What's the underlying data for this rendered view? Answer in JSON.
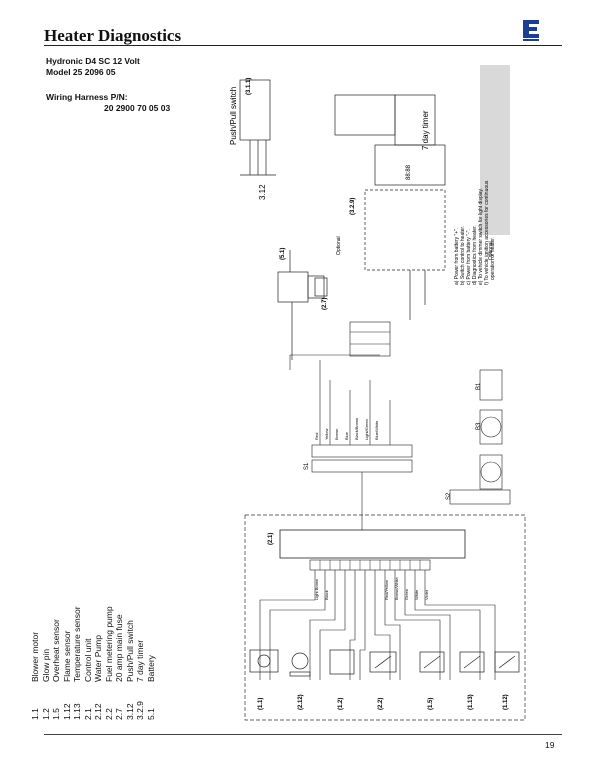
{
  "page": {
    "title": "Heater Diagnostics",
    "model_line1": "Hydronic D4 SC 12 Volt",
    "model_line2": "Model 25 2096 05",
    "harness_label": "Wiring Harness P/N:",
    "harness_number": "20 2900 70 05 03",
    "page_number": "19"
  },
  "legend": [
    {
      "code": "1.1",
      "name": "Blower motor"
    },
    {
      "code": "1.2",
      "name": "Glow pin"
    },
    {
      "code": "1.5",
      "name": "Overheat sensor"
    },
    {
      "code": "1.12",
      "name": "Flame sensor"
    },
    {
      "code": "1.13",
      "name": "Temperature sensor"
    },
    {
      "code": "2.1",
      "name": "Control unit"
    },
    {
      "code": "2.12",
      "name": "Water Pump"
    },
    {
      "code": "2.2",
      "name": "Fuel metering pump"
    },
    {
      "code": "2.7",
      "name": "20 amp main fuse"
    },
    {
      "code": "3.12",
      "name": "Push/Pull switch"
    },
    {
      "code": "3.2.9",
      "name": "7 day timer"
    },
    {
      "code": "5.1",
      "name": "Battery"
    }
  ],
  "notes": {
    "items": [
      "a) Power from battery \"+\".",
      "b) Switch control to heater.",
      "c) Power from battery \"-\".",
      "d) Diagnostics from heater.",
      "e) To vehicle dimmer switch for light display.",
      "f) To vehicle ignition accessories for continuous",
      "operation of heater."
    ],
    "optional_label": "Optional"
  },
  "diagram": {
    "switch_title": "Push/Pull switch",
    "switch_ref": "3.12",
    "timer_title": "7 day timer",
    "component_refs": [
      "1.1",
      "2.12",
      "1.2",
      "2.2",
      "1.5",
      "1.13",
      "1.12",
      "2.1",
      "5.1",
      "2.7",
      "3.2.9",
      "3.1.1"
    ],
    "connectors": [
      "S1",
      "B1",
      "B3",
      "S2"
    ],
    "wire_colors": [
      "Red",
      "Yellow",
      "Brown",
      "Blue",
      "Black/Brown",
      "Light/Green",
      "Blue/White",
      "Red/Yellow",
      "Brown/White",
      "Green",
      "White",
      "Violet",
      "Light Brown",
      "Black"
    ],
    "optional_text": "Optional",
    "timer_display": "88:88"
  }
}
